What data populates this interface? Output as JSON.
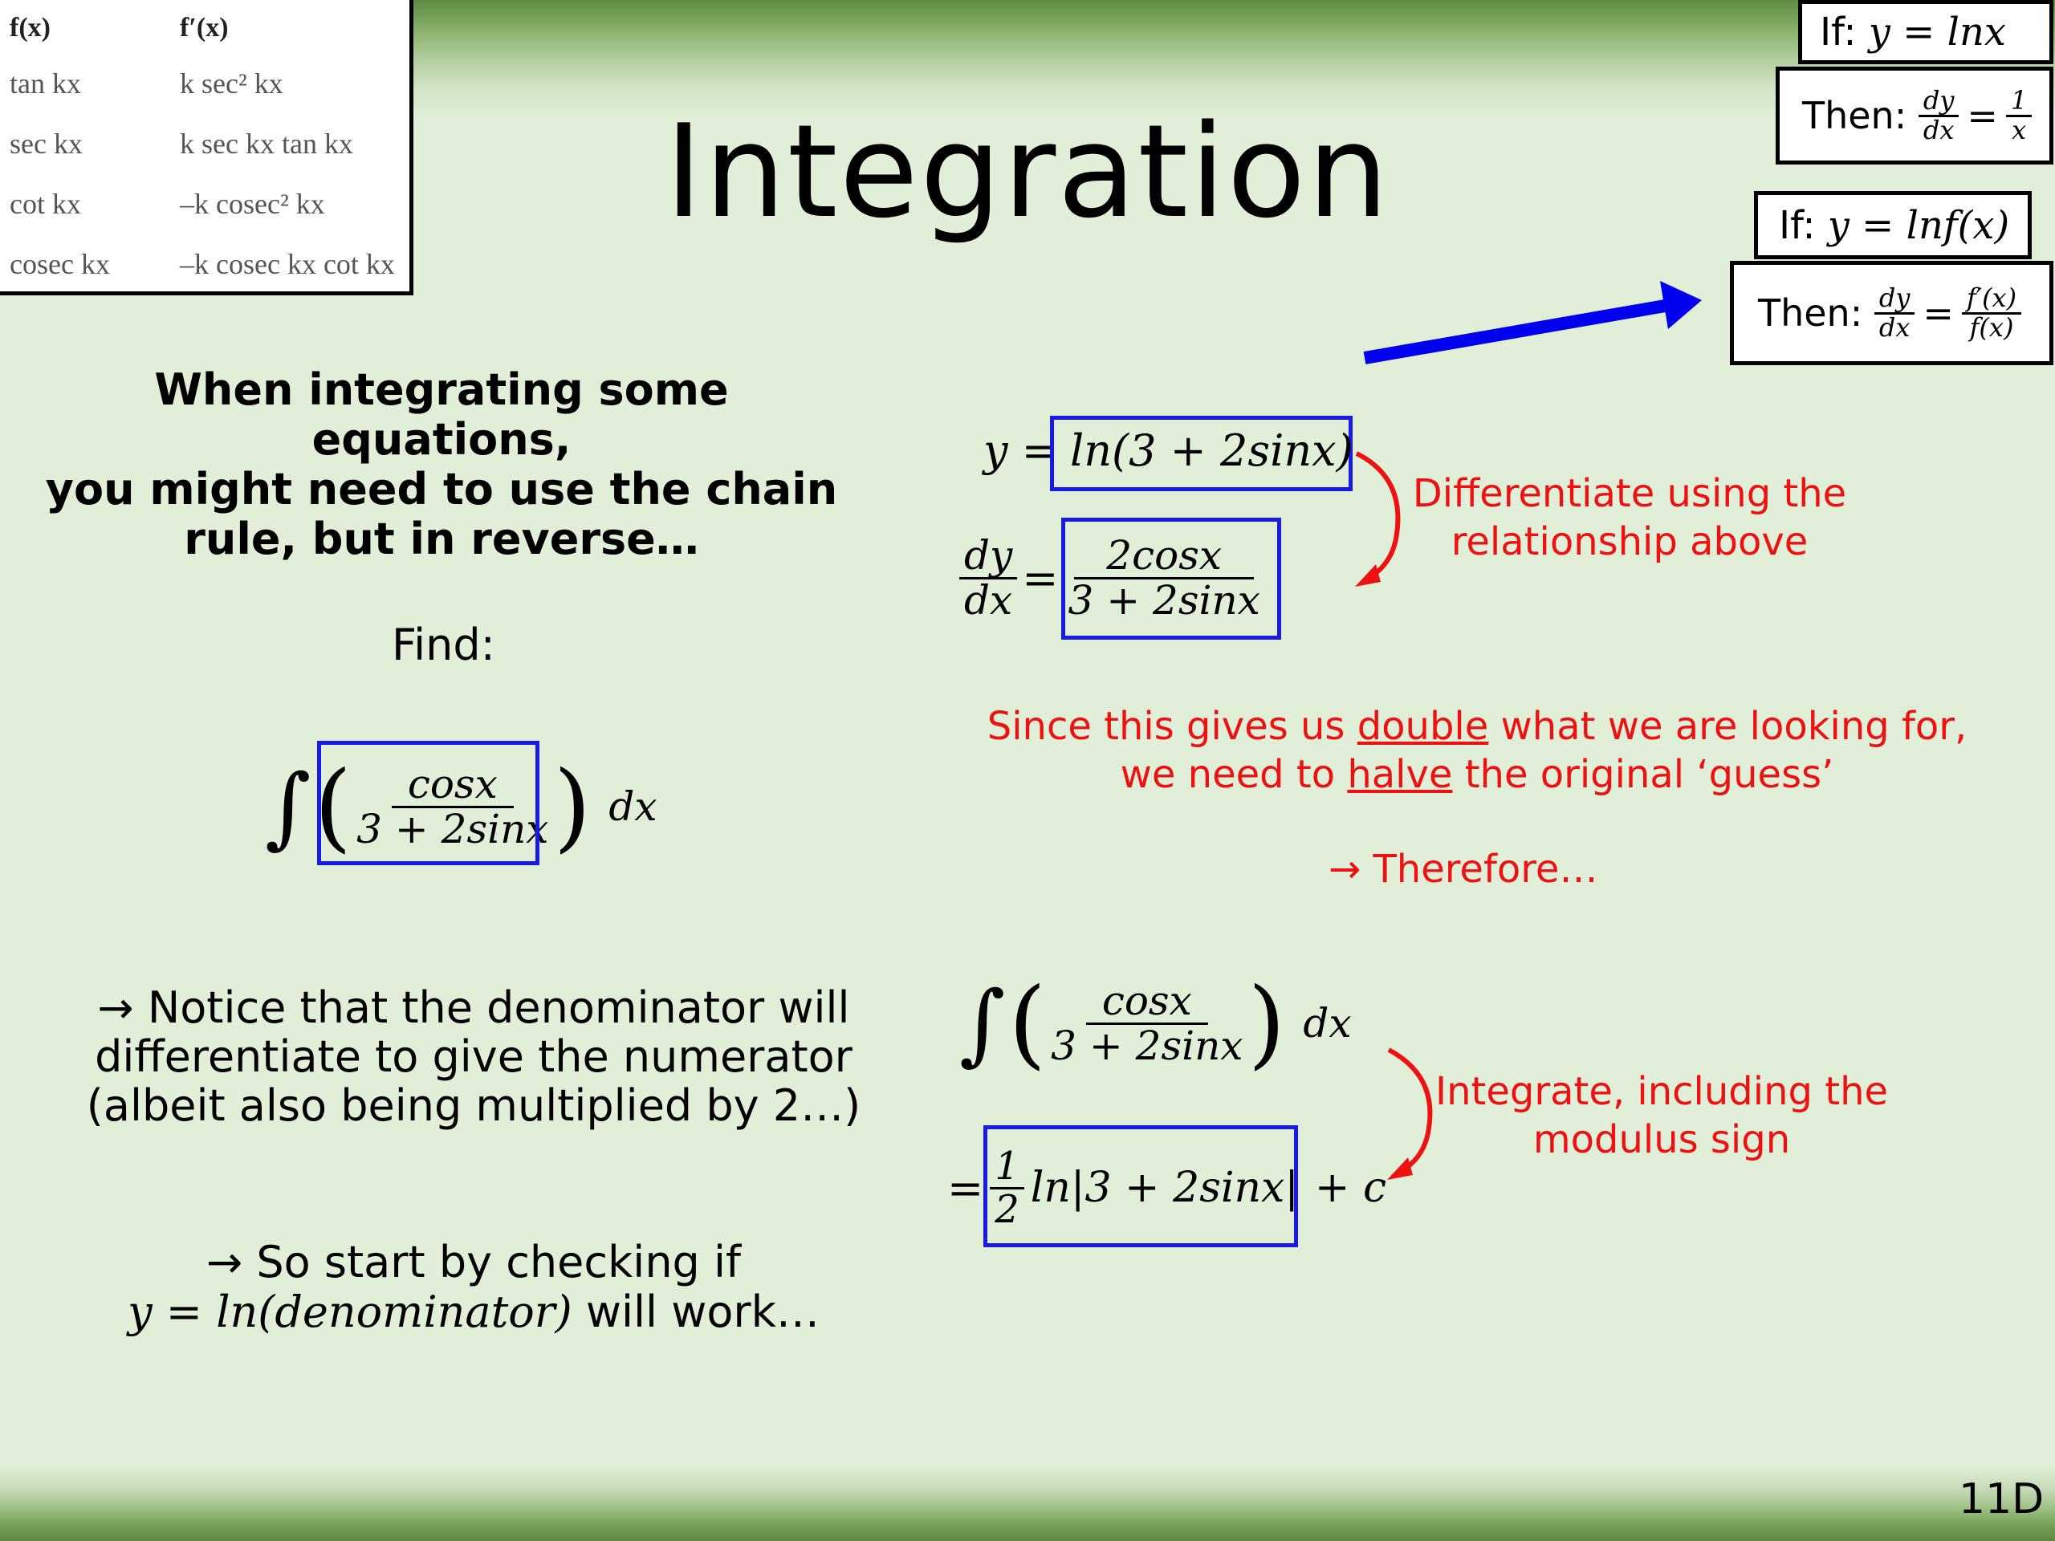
{
  "slide_title": "Integration",
  "slide_number": "11D",
  "derivative_table": {
    "headers": [
      "f(x)",
      "f′(x)"
    ],
    "rows": [
      [
        "tan kx",
        "k sec² kx"
      ],
      [
        "sec kx",
        "k sec kx tan kx"
      ],
      [
        "cot kx",
        "–k cosec² kx"
      ],
      [
        "cosec kx",
        "–k cosec kx cot kx"
      ]
    ]
  },
  "rule_ln": {
    "if_label": "If:",
    "if_expr": "y = lnx",
    "then_label": "Then:",
    "then_num_left": "dy",
    "then_den_left": "dx",
    "then_num_right": "1",
    "then_den_right": "x"
  },
  "rule_lnf": {
    "if_label": "If:",
    "if_expr": "y = lnf(x)",
    "then_label": "Then:",
    "then_num_left": "dy",
    "then_den_left": "dx",
    "then_num_right": "f′(x)",
    "then_den_right": "f(x)"
  },
  "intro": [
    "When integrating some equations,",
    "you might need to use the chain",
    "rule, but in reverse…"
  ],
  "find_label": "Find:",
  "integral_problem": {
    "num": "cosx",
    "den": "3 + 2sinx",
    "dx": "dx"
  },
  "notice_text": [
    "→ Notice that the denominator will",
    "differentiate to give the numerator",
    "(albeit also being multiplied by 2…)"
  ],
  "start_text": [
    "→ So start by checking if",
    "y = ln(denominator)",
    "will work…"
  ],
  "guess": {
    "y_label": "y =",
    "y_expr": "ln(3 + 2sinx)",
    "dydx_num": "dy",
    "dydx_den": "dx",
    "eq": "=",
    "deriv_num": "2cosx",
    "deriv_den": "3 + 2sinx"
  },
  "diff_note": [
    "Differentiate using the",
    "relationship above"
  ],
  "since_note": {
    "line1_a": "Since this gives us ",
    "line1_u": "double",
    "line1_b": " what we are looking for,",
    "line2_a": "we need to ",
    "line2_u": "halve",
    "line2_b": " the original ‘guess’"
  },
  "therefore": "→  Therefore…",
  "solution": {
    "num": "cosx",
    "den": "3 + 2sinx",
    "dx": "dx",
    "eq": "=",
    "half_num": "1",
    "half_den": "2",
    "result": "ln|3 + 2sinx|",
    "plus_c": "+ c"
  },
  "integrate_note": [
    "Integrate, including the",
    "modulus sign"
  ],
  "colors": {
    "annotation_red": "#ee1111",
    "box_blue": "#1a1ae6",
    "arrow_blue": "#0000ee",
    "background": "#e1efd9"
  }
}
